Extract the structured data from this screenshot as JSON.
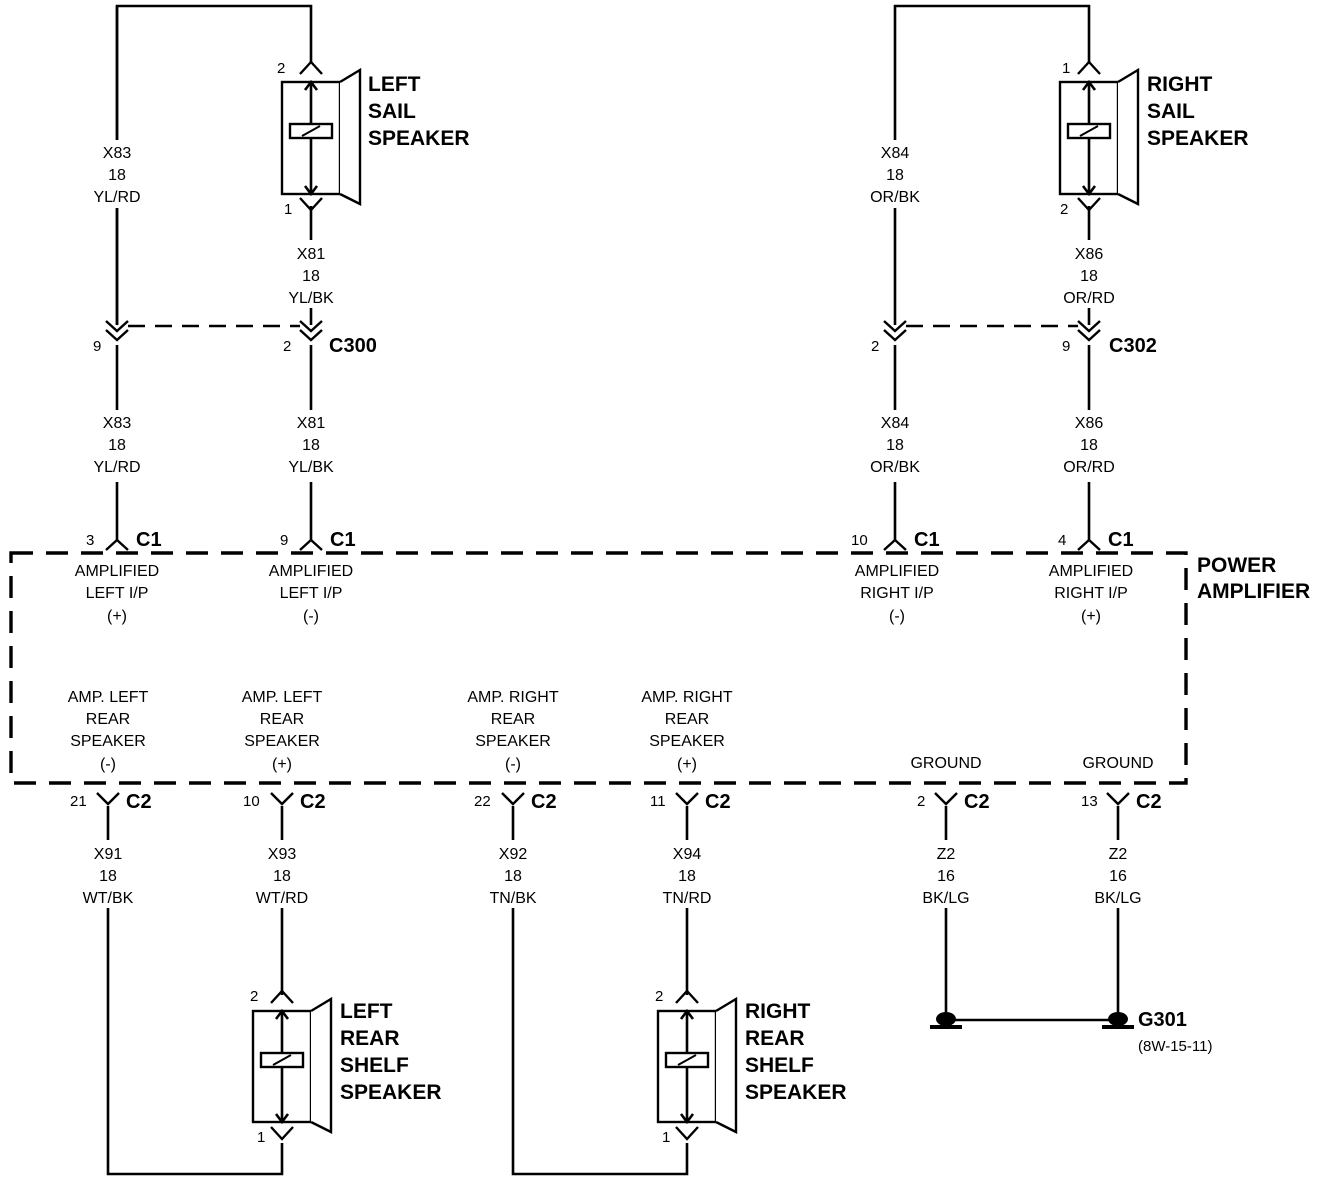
{
  "speakers": {
    "left_sail": {
      "line1": "LEFT",
      "line2": "SAIL",
      "line3": "SPEAKER",
      "pin_top": "2",
      "pin_bottom": "1"
    },
    "right_sail": {
      "line1": "RIGHT",
      "line2": "SAIL",
      "line3": "SPEAKER",
      "pin_top": "1",
      "pin_bottom": "2"
    },
    "left_rear": {
      "line1": "LEFT",
      "line2": "REAR",
      "line3": "SHELF",
      "line4": "SPEAKER",
      "pin_top": "2",
      "pin_bottom": "1"
    },
    "right_rear": {
      "line1": "RIGHT",
      "line2": "REAR",
      "line3": "SHELF",
      "line4": "SPEAKER",
      "pin_top": "2",
      "pin_bottom": "1"
    }
  },
  "wires": {
    "x83_upper": {
      "circuit": "X83",
      "gauge": "18",
      "color": "YL/RD"
    },
    "x81_upper": {
      "circuit": "X81",
      "gauge": "18",
      "color": "YL/BK"
    },
    "x84_upper": {
      "circuit": "X84",
      "gauge": "18",
      "color": "OR/BK"
    },
    "x86_upper": {
      "circuit": "X86",
      "gauge": "18",
      "color": "OR/RD"
    },
    "x83_lower": {
      "circuit": "X83",
      "gauge": "18",
      "color": "YL/RD"
    },
    "x81_lower": {
      "circuit": "X81",
      "gauge": "18",
      "color": "YL/BK"
    },
    "x84_lower": {
      "circuit": "X84",
      "gauge": "18",
      "color": "OR/BK"
    },
    "x86_lower": {
      "circuit": "X86",
      "gauge": "18",
      "color": "OR/RD"
    },
    "x91": {
      "circuit": "X91",
      "gauge": "18",
      "color": "WT/BK"
    },
    "x93": {
      "circuit": "X93",
      "gauge": "18",
      "color": "WT/RD"
    },
    "x92": {
      "circuit": "X92",
      "gauge": "18",
      "color": "TN/BK"
    },
    "x94": {
      "circuit": "X94",
      "gauge": "18",
      "color": "TN/RD"
    },
    "z2_a": {
      "circuit": "Z2",
      "gauge": "16",
      "color": "BK/LG"
    },
    "z2_b": {
      "circuit": "Z2",
      "gauge": "16",
      "color": "BK/LG"
    }
  },
  "connectors": {
    "c300": {
      "name": "C300",
      "pin_left": "9",
      "pin_right": "2"
    },
    "c302": {
      "name": "C302",
      "pin_left": "2",
      "pin_right": "9"
    }
  },
  "amplifier": {
    "title_line1": "POWER",
    "title_line2": "AMPLIFIER",
    "inputs": [
      {
        "pin": "3",
        "conn": "C1",
        "l1": "AMPLIFIED",
        "l2": "LEFT I/P",
        "l3": "(+)"
      },
      {
        "pin": "9",
        "conn": "C1",
        "l1": "AMPLIFIED",
        "l2": "LEFT I/P",
        "l3": "(-)"
      },
      {
        "pin": "10",
        "conn": "C1",
        "l1": "AMPLIFIED",
        "l2": "RIGHT I/P",
        "l3": "(-)"
      },
      {
        "pin": "4",
        "conn": "C1",
        "l1": "AMPLIFIED",
        "l2": "RIGHT I/P",
        "l3": "(+)"
      }
    ],
    "outputs": [
      {
        "pin": "21",
        "conn": "C2",
        "l1": "AMP. LEFT",
        "l2": "REAR",
        "l3": "SPEAKER",
        "l4": "(-)"
      },
      {
        "pin": "10",
        "conn": "C2",
        "l1": "AMP. LEFT",
        "l2": "REAR",
        "l3": "SPEAKER",
        "l4": "(+)"
      },
      {
        "pin": "22",
        "conn": "C2",
        "l1": "AMP. RIGHT",
        "l2": "REAR",
        "l3": "SPEAKER",
        "l4": "(-)"
      },
      {
        "pin": "11",
        "conn": "C2",
        "l1": "AMP. RIGHT",
        "l2": "REAR",
        "l3": "SPEAKER",
        "l4": "(+)"
      },
      {
        "pin": "2",
        "conn": "C2",
        "l1": "GROUND"
      },
      {
        "pin": "13",
        "conn": "C2",
        "l1": "GROUND"
      }
    ]
  },
  "ground": {
    "name": "G301",
    "ref": "(8W-15-11)"
  }
}
